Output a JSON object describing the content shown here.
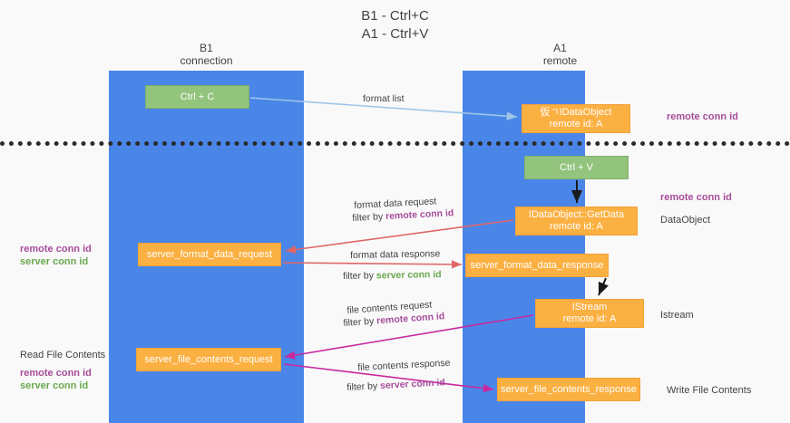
{
  "title": {
    "line1": "B1 - Ctrl+C",
    "line2": "A1 - Ctrl+V"
  },
  "columns": [
    {
      "name": "B1",
      "sub": "connection"
    },
    {
      "name": "A1",
      "sub": "remote"
    }
  ],
  "boxes": {
    "ctrl_c": {
      "label": "Ctrl + C",
      "color": "#93c47d"
    },
    "proxy_dataobject": {
      "line1": "仮ㄱIDataObject",
      "line2": "remote id: A",
      "color": "#fbb042"
    },
    "ctrl_v": {
      "label": "Ctrl + V",
      "color": "#93c47d"
    },
    "getdata": {
      "line1": "IDataObject::GetData",
      "line2": "remote id: A",
      "color": "#fbb042"
    },
    "server_format_data_request": {
      "label": "server_format_data_request",
      "color": "#fbb042"
    },
    "server_format_data_response": {
      "label": "server_format_data_response",
      "color": "#fbb042"
    },
    "istream": {
      "line1": "IStream",
      "line2": "remote id: A",
      "color": "#fbb042"
    },
    "server_file_contents_request": {
      "label": "server_file_contents_request",
      "color": "#fbb042"
    },
    "server_file_contents_response": {
      "label": "server_file_contents_response",
      "color": "#fbb042"
    }
  },
  "arrow_labels": {
    "format_list": "format list",
    "format_data_request": "format data request",
    "format_data_request_filter_prefix": "filter by ",
    "format_data_request_filter_key": "remote conn id",
    "format_data_response": "format data response",
    "format_data_response_filter_prefix": "filter by ",
    "format_data_response_filter_key": "server conn id",
    "file_contents_request": "file contents request",
    "file_contents_request_filter_prefix": "filter by ",
    "file_contents_request_filter_key": "remote conn id",
    "file_contents_response": "file contents response",
    "file_contents_response_filter_prefix": "filter by ",
    "file_contents_response_filter_key": "server conn id"
  },
  "annotations": {
    "right_remote_conn_id_1": "remote conn id",
    "right_remote_conn_id_2": "remote conn id",
    "dataobject": "DataObject",
    "istream": "Istream",
    "write_file_contents": "Write File Contents",
    "read_file_contents": "Read File Contents",
    "left_remote_conn_id_1": "remote conn id",
    "left_server_conn_id_1": "server conn id",
    "left_remote_conn_id_2": "remote conn id",
    "left_server_conn_id_2": "server conn id"
  },
  "colors": {
    "column": "#4a86e8",
    "green_box": "#93c47d",
    "orange_box": "#fbb042",
    "remote_key": "#a64d9a",
    "server_key": "#6aa84f",
    "arrow_blue": "#9fc5e8",
    "arrow_red": "#e06666",
    "arrow_magenta": "#c9289e",
    "arrow_black": "#1a1a1a",
    "divider": "#2b2b2b",
    "background": "#f9f9f9"
  }
}
